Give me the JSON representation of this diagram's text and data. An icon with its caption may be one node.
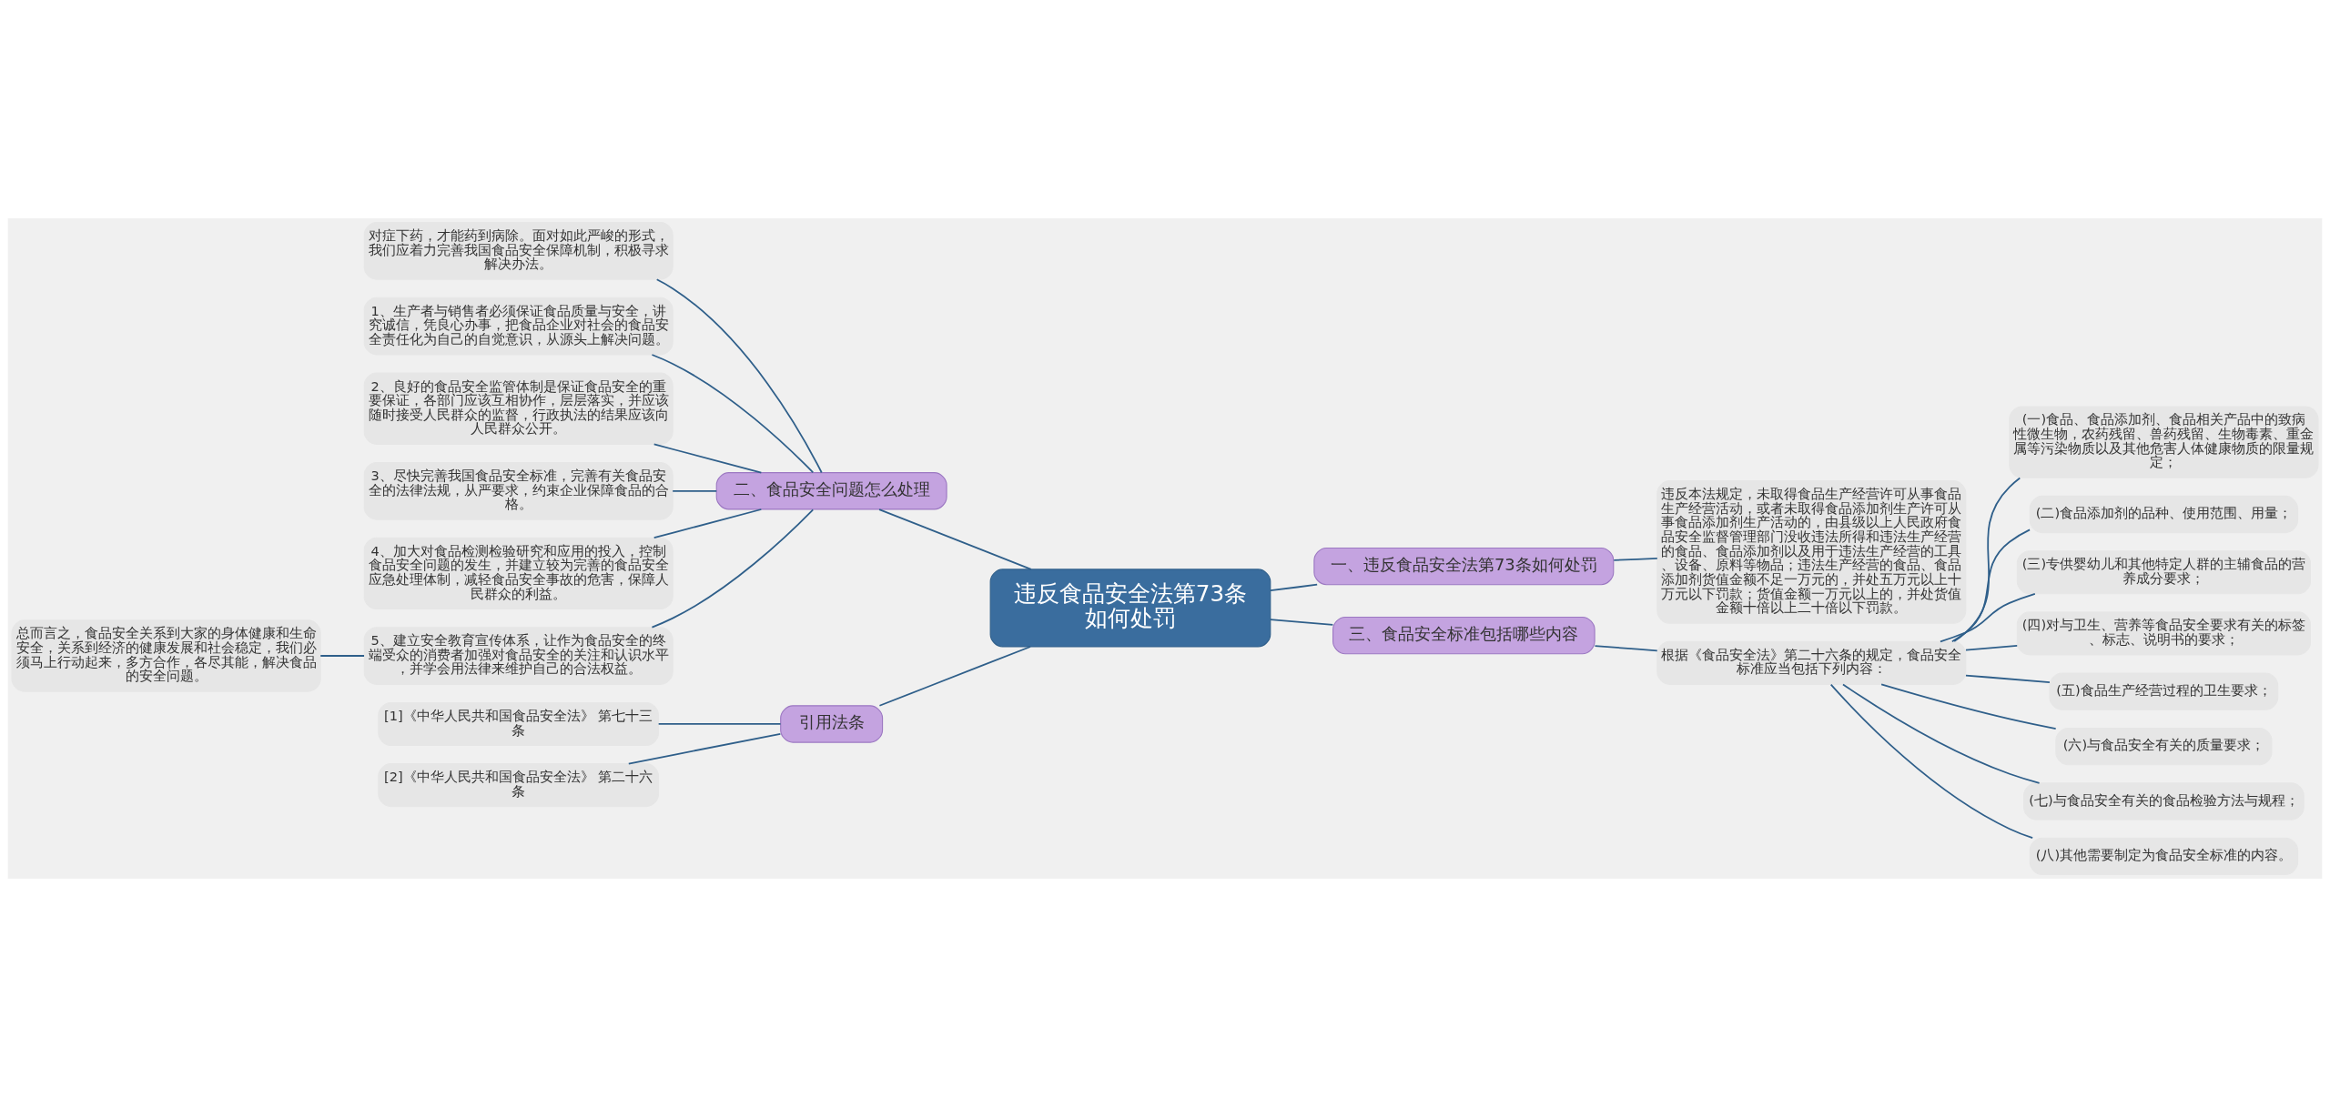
{
  "diagram": {
    "nodes": [
      {
        "text": [
          "违反食品安全法第73条如何处罚"
        ]
      },
      {
        "text": [
          "一、违反食品安全法第73条如何处罚"
        ]
      },
      {
        "text": [
          "违反本法规定，未取得食品生产经营许可从事食品生产经营活动，或者未取得食品添加剂生产许可从事食品添加剂生产活动的，由县级以上人民政府食品安全监督管理部门没收违法所得和违法生产经营的食品、食品添加剂以及用于违法生产经营的工具、设备、原料等物品；违法生产经营的食品、食品添加剂货值金额不足一万元的，并处五万元以上十万元以下罚款；货值金额一万元以上的，并处货值金额十倍以上二十倍以下罚款。"
        ]
      },
      {
        "text": [
          "二、食品安全问题怎么处理"
        ]
      },
      {
        "text": [
          "对症下药，才能药到病除。面对如此严峻的形式，我们应着力完善我国食品安全保障机制，积极寻求解决办法。"
        ]
      },
      {
        "text": [
          "1、生产者与销售者必须保证食品质量与安全，讲究诚信，凭良心办事，把食品企业对社会的食品安全责任化为自己的自觉意识，从源头上解决问题。"
        ]
      },
      {
        "text": [
          "2、良好的食品安全监管体制是保证食品安全的重要保证，各部门应该互相协作，层层落实，并应该随时接受人民群众的监督，行政执法的结果应该向人民群众公开。"
        ]
      },
      {
        "text": [
          "3、尽快完善我国食品安全标准，完善有关食品安全的法律法规，从严要求，约束企业保障食品的合格。"
        ]
      },
      {
        "text": [
          "4、加大对食品检测检验研究和应用的投入，控制食品安全问题的发生，并建立较为完善的食品安全应急处理体制，减轻食品安全事故的危害，保障人民群众的利益。"
        ]
      },
      {
        "text": [
          "5、建立安全教育宣传体系，让作为食品安全的终端受众的消费者加强对食品安全的关注和认识水平，并学会用法律来维护自己的合法权益。"
        ]
      },
      {
        "text": [
          "总而言之，食品安全关系到大家的身体健康和生命安全，关系到经济的健康发展和社会稳定，我们必须马上行动起来，多方合作，各尽其能，解决食品的安全问题。"
        ]
      },
      {
        "text": [
          "三、食品安全标准包括哪些内容"
        ]
      },
      {
        "text": [
          "根据《食品安全法》第二十六条的规定，食品安全标准应当包括下列内容："
        ]
      },
      {
        "text": [
          "(一)食品、食品添加剂、食品相关产品中的致病性微生物，农药残留、兽药残留、生物毒素、重金属等污染物质以及其他危害人体健康物质的限量规定；"
        ]
      },
      {
        "text": [
          "(二)食品添加剂的品种、使用范围、用量；"
        ]
      },
      {
        "text": [
          "(三)专供婴幼儿和其他特定人群的主辅食品的营养成分要求；"
        ]
      },
      {
        "text": [
          "(四)对与卫生、营养等食品安全要求有关的标签、标志、说明书的要求；"
        ]
      },
      {
        "text": [
          "(五)食品生产经营过程的卫生要求；"
        ]
      },
      {
        "text": [
          "(六)与食品安全有关的质量要求；"
        ]
      },
      {
        "text": [
          "(七)与食品安全有关的食品检验方法与规程；"
        ]
      },
      {
        "text": [
          "(八)其他需要制定为食品安全标准的内容。"
        ]
      },
      {
        "text": [
          "引用法条"
        ]
      },
      {
        "text": [
          "[1]《中华人民共和国食品安全法》 第七十三条"
        ]
      },
      {
        "text": [
          "[2]《中华人民共和国食品安全法》 第二十六条"
        ]
      }
    ],
    "edges": [
      {
        "from": 0,
        "to": 1,
        "arrow": "none"
      },
      {
        "from": 1,
        "to": 2,
        "arrow": "none"
      },
      {
        "from": 0,
        "to": 3,
        "arrow": "none"
      },
      {
        "from": 3,
        "to": 4,
        "arrow": "none"
      },
      {
        "from": 3,
        "to": 5,
        "arrow": "none"
      },
      {
        "from": 3,
        "to": 6,
        "arrow": "none"
      },
      {
        "from": 3,
        "to": 7,
        "arrow": "none"
      },
      {
        "from": 3,
        "to": 8,
        "arrow": "none"
      },
      {
        "from": 3,
        "to": 9,
        "arrow": "none"
      },
      {
        "from": 9,
        "to": 10,
        "arrow": "none"
      },
      {
        "from": 0,
        "to": 11,
        "arrow": "none"
      },
      {
        "from": 11,
        "to": 12,
        "arrow": "none"
      },
      {
        "from": 12,
        "to": 13,
        "arrow": "none"
      },
      {
        "from": 12,
        "to": 14,
        "arrow": "none"
      },
      {
        "from": 12,
        "to": 15,
        "arrow": "none"
      },
      {
        "from": 12,
        "to": 16,
        "arrow": "none"
      },
      {
        "from": 12,
        "to": 17,
        "arrow": "none"
      },
      {
        "from": 12,
        "to": 18,
        "arrow": "none"
      },
      {
        "from": 12,
        "to": 19,
        "arrow": "none"
      },
      {
        "from": 12,
        "to": 20,
        "arrow": "none"
      },
      {
        "from": 0,
        "to": 21,
        "arrow": "none"
      },
      {
        "from": 21,
        "to": 22,
        "arrow": "none"
      },
      {
        "from": 21,
        "to": 23,
        "arrow": "none"
      }
    ]
  }
}
